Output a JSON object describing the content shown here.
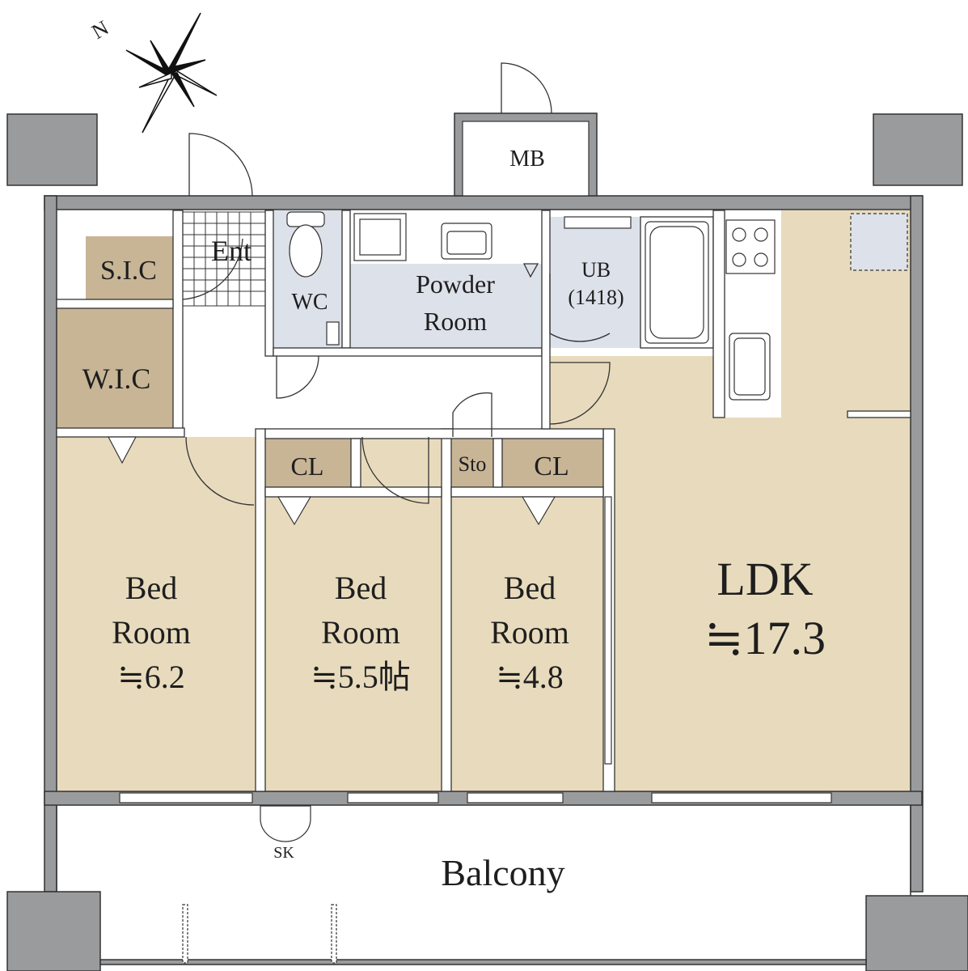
{
  "compass": {
    "north_label": "N"
  },
  "rooms": {
    "mb": "MB",
    "entrance": "Ent",
    "sic": "S.I.C",
    "wic": "W.I.C",
    "wc": "WC",
    "powder_line1": "Powder",
    "powder_line2": "Room",
    "ub_line1": "UB",
    "ub_line2": "(1418)",
    "cl_1": "CL",
    "sto": "Sto",
    "cl_2": "CL",
    "bed1_line1": "Bed",
    "bed1_line2": "Room",
    "bed1_size": "≒6.2",
    "bed2_line1": "Bed",
    "bed2_line2": "Room",
    "bed2_size": "≒5.5帖",
    "bed3_line1": "Bed",
    "bed3_line2": "Room",
    "bed3_size": "≒4.8",
    "ldk_line1": "LDK",
    "ldk_size": "≒17.3",
    "sk": "SK",
    "balcony": "Balcony"
  },
  "colors": {
    "room_beige": "#e8dbbd",
    "storage_tan": "#c8b596",
    "wet_area_blue": "#dde1ea",
    "wall_gray": "#9a9b9d"
  }
}
